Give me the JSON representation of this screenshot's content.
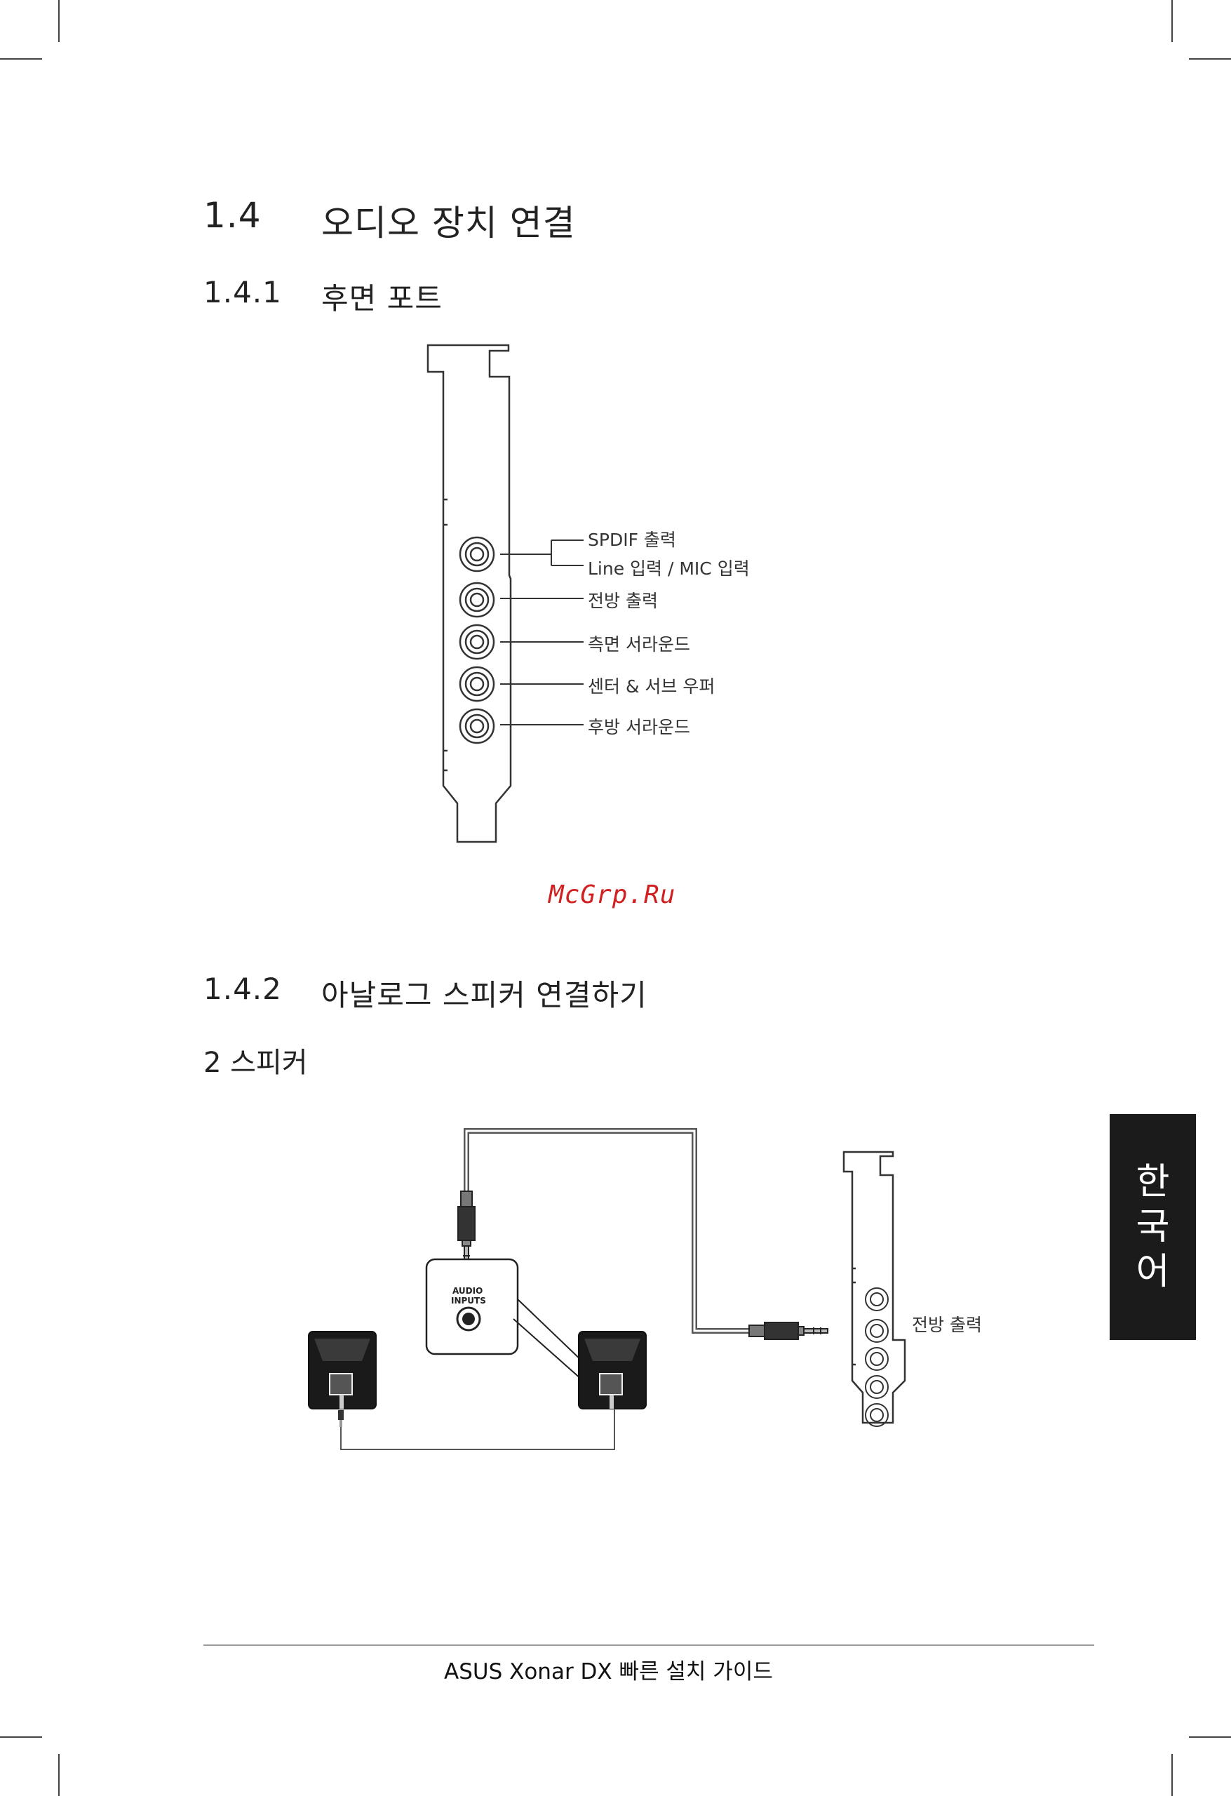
{
  "section": {
    "number": "1.4",
    "title": "오디오 장치 연결"
  },
  "subsection1": {
    "number": "1.4.1",
    "title": "후면 포트"
  },
  "ports": {
    "spdif": "SPDIF 출력",
    "line_mic": "Line 입력 / MIC 입력",
    "front": "전방 출력",
    "side": "측면 서라운드",
    "center_sub": "센터 & 서브 우퍼",
    "rear": "후방 서라운드"
  },
  "watermark": "McGrp.Ru",
  "subsection2": {
    "number": "1.4.2",
    "title": "아날로그 스피커 연결하기"
  },
  "speaker_heading": "2 스피커",
  "diagram2": {
    "audio_inputs_line1": "AUDIO",
    "audio_inputs_line2": "INPUTS",
    "front_output_label": "전방 출력"
  },
  "side_tab": {
    "line1": "한",
    "line2": "국",
    "line3": "어"
  },
  "footer": "ASUS Xonar DX 빠른 설치 가이드"
}
